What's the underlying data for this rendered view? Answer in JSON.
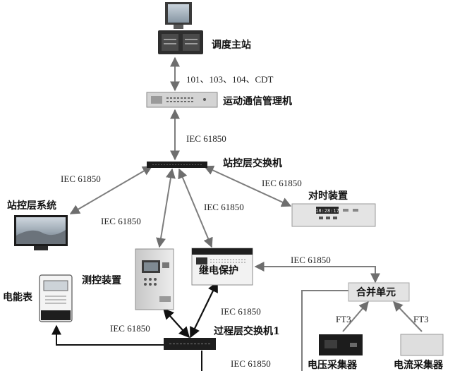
{
  "nodes": {
    "dispatch_master": "调度主站",
    "telecontrol_manager": "运动通信管理机",
    "station_switch": "站控层交换机",
    "station_system": "站控层系统",
    "time_sync": "对时装置",
    "measure_control": "测控装置",
    "relay_protection": "继电保护",
    "energy_meter": "电能表",
    "merging_unit": "合并单元",
    "process_switch": "过程层交换机1",
    "voltage_collector": "电压采集器",
    "current_collector": "电流采集器"
  },
  "protocols": {
    "dispatch_link": "101、103、104、CDT",
    "iec": "IEC 61850",
    "ft3": "FT3"
  },
  "device_text": {
    "time_display": "18:28:17"
  },
  "colors": {
    "line": "#2b2b2b",
    "grey_link": "#7d7d7d",
    "device_dark": "#1c1c1c",
    "device_light": "#e4e4e4"
  }
}
